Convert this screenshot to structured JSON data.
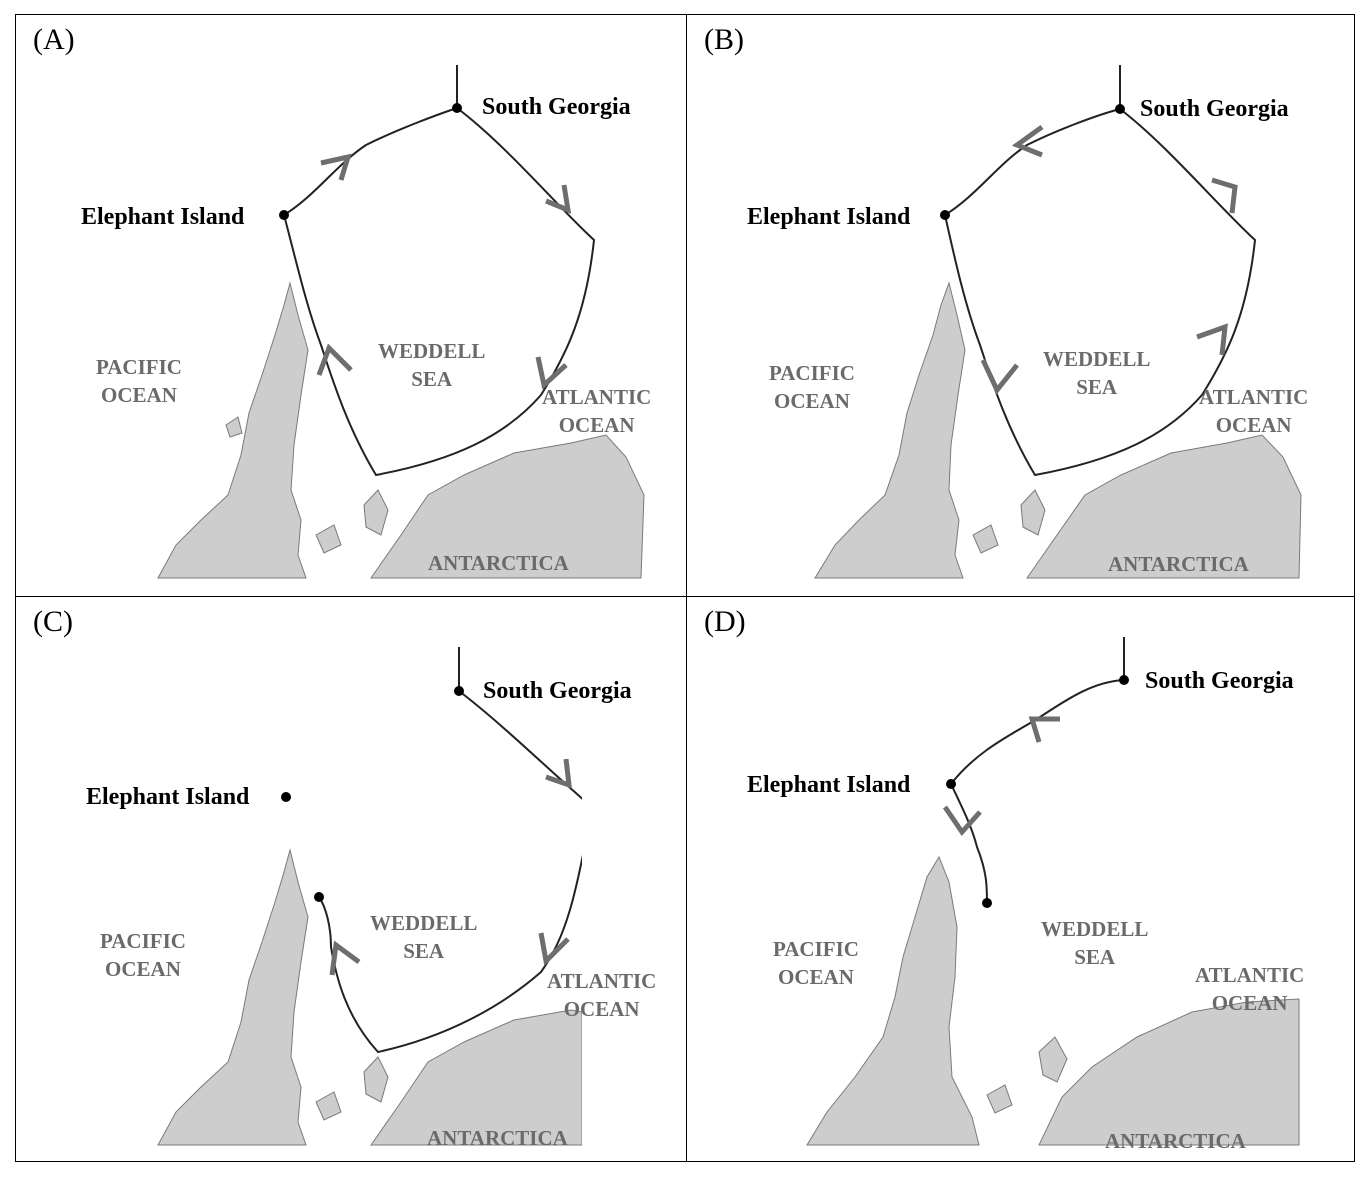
{
  "panels": [
    {
      "letter": "(A)",
      "south_georgia": "South Georgia",
      "elephant_island": "Elephant Island",
      "pacific": "PACIFIC\nOCEAN",
      "weddell": "WEDDELL\nSEA",
      "atlantic": "ATLANTIC\nOCEAN",
      "antarctica": "ANTARCTICA",
      "route": "full clockwise loop: South Georgia → Atlantic Ocean → Weddell Sea → Elephant Island → South Georgia"
    },
    {
      "letter": "(B)",
      "south_georgia": "South Georgia",
      "elephant_island": "Elephant Island",
      "pacific": "PACIFIC\nOCEAN",
      "weddell": "WEDDELL\nSEA",
      "atlantic": "ATLANTIC\nOCEAN",
      "antarctica": "ANTARCTICA",
      "route": "full counter-clockwise loop: South Georgia → Elephant Island → Weddell Sea → Atlantic Ocean → South Georgia"
    },
    {
      "letter": "(C)",
      "south_georgia": "South Georgia",
      "elephant_island": "Elephant Island",
      "pacific": "PACIFIC\nOCEAN",
      "weddell": "WEDDELL\nSEA",
      "atlantic": "ATLANTIC\nOCEAN",
      "antarctica": "ANTARCTICA",
      "route": "South Georgia → Atlantic Ocean → Weddell Sea, ending in the western Weddell Sea"
    },
    {
      "letter": "(D)",
      "south_georgia": "South Georgia",
      "elephant_island": "Elephant Island",
      "pacific": "PACIFIC\nOCEAN",
      "weddell": "WEDDELL\nSEA",
      "atlantic": "ATLANTIC\nOCEAN",
      "antarctica": "ANTARCTICA",
      "route": "South Georgia → Elephant Island → northern Weddell Sea"
    }
  ],
  "colors": {
    "land": "#cdcdcd",
    "land_edge": "#7a7a7a",
    "route": "#222222",
    "arrow": "#6e6e6e",
    "ocean_label": "#6a6a6a"
  }
}
